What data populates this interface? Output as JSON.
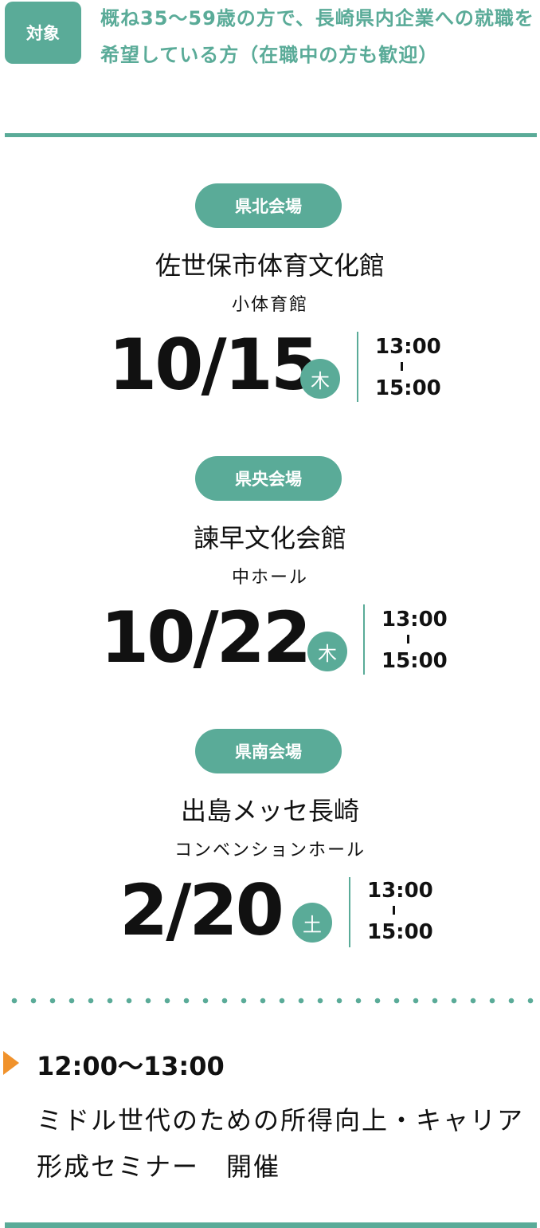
{
  "target": {
    "badge_label": "対象",
    "text": "概ね35〜59歳の方で、長崎県内企業への就職を希望している方（在職中の方も歓迎）"
  },
  "venues": [
    {
      "area_label": "県北会場",
      "name": "佐世保市体育文化館",
      "sub": "小体育館",
      "date": "10/15",
      "weekday": "木",
      "start_time": "13:00",
      "end_time": "15:00"
    },
    {
      "area_label": "県央会場",
      "name": "諫早文化会館",
      "sub": "中ホール",
      "date": "10/22",
      "weekday": "木",
      "start_time": "13:00",
      "end_time": "15:00"
    },
    {
      "area_label": "県南会場",
      "name": "出島メッセ長崎",
      "sub": "コンベンションホール",
      "date": "2/20",
      "weekday": "土",
      "start_time": "13:00",
      "end_time": "15:00"
    }
  ],
  "seminar": {
    "time": "12:00〜13:00",
    "text": "ミドル世代のための所得向上・キャリア形成セミナー　開催"
  },
  "colors": {
    "accent": "#5aab98",
    "arrow": "#f0922c",
    "text": "#111111"
  }
}
